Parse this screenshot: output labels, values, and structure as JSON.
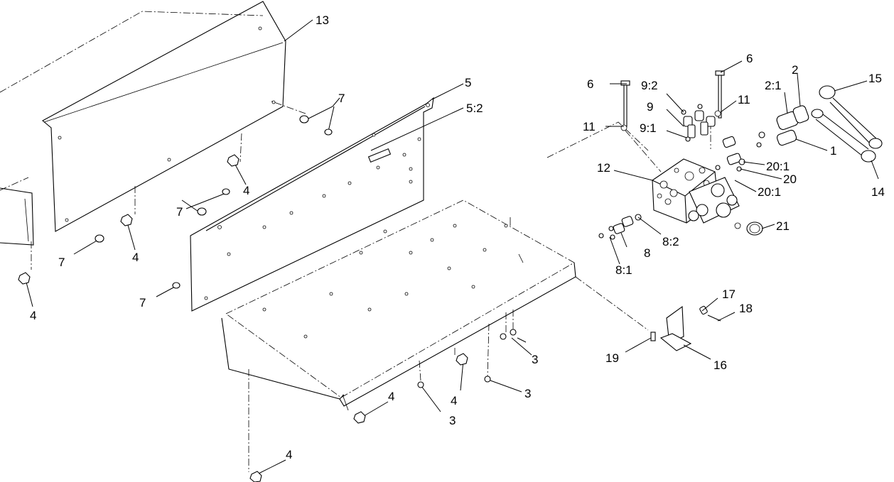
{
  "callouts": {
    "c13": "13",
    "c5": "5",
    "c5_2": "5:2",
    "c7_a": "7",
    "c7_b": "7",
    "c7_c": "7",
    "c7_d": "7",
    "c4_a": "4",
    "c4_b": "4",
    "c4_c": "4",
    "c4_d": "4",
    "c4_e": "4",
    "c4_f": "4",
    "c3_a": "3",
    "c3_b": "3",
    "c3_c": "3",
    "c6_a": "6",
    "c6_b": "6",
    "c11_a": "11",
    "c11_b": "11",
    "c9_2": "9:2",
    "c9": "9",
    "c9_1": "9:1",
    "c12": "12",
    "c2_1": "2:1",
    "c2": "2",
    "c15": "15",
    "c1": "1",
    "c20_1a": "20:1",
    "c20": "20",
    "c20_1b": "20:1",
    "c14": "14",
    "c21": "21",
    "c8_2": "8:2",
    "c8": "8",
    "c8_1": "8:1",
    "c17": "17",
    "c18": "18",
    "c19": "19",
    "c16": "16"
  }
}
